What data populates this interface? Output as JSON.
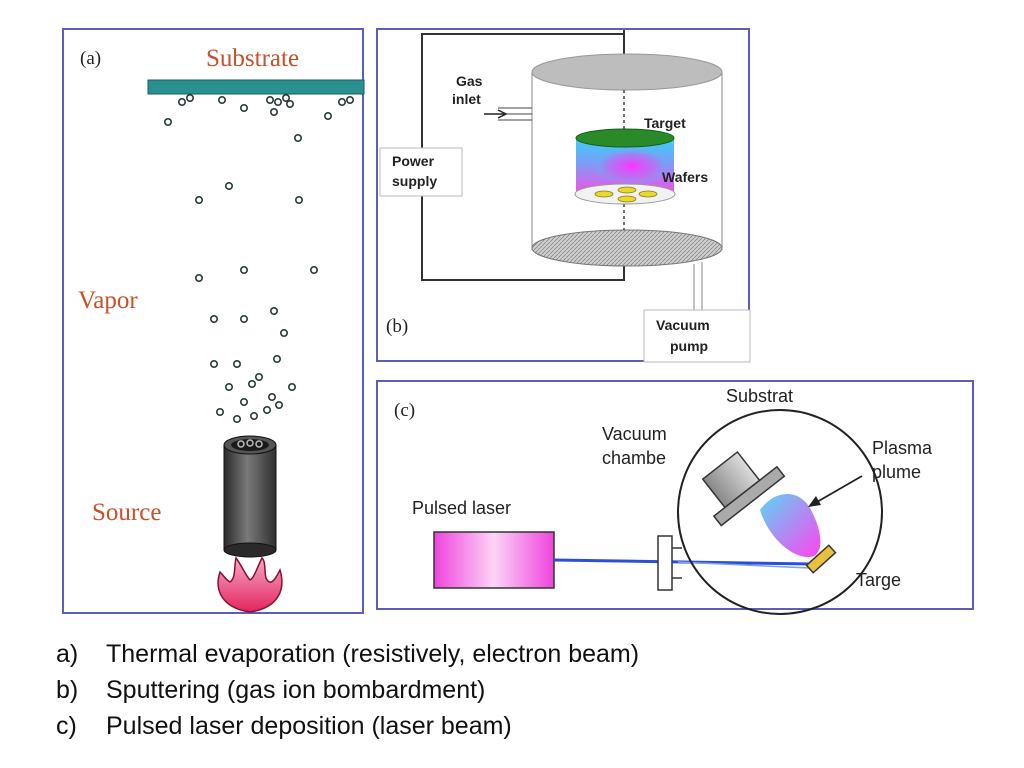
{
  "panel_a": {
    "tag": "(a)",
    "substrate": "Substrate",
    "vapor": "Vapor",
    "source": "Source"
  },
  "panel_b": {
    "tag": "(b)",
    "gas_inlet_line1": "Gas",
    "gas_inlet_line2": "inlet",
    "power_line1": "Power",
    "power_line2": "supply",
    "target": "Target",
    "wafers": "Wafers",
    "vacuum_line1": "Vacuum",
    "vacuum_line2": "pump"
  },
  "panel_c": {
    "tag": "(c)",
    "substrat": "Substrat",
    "vacuum_line1": "Vacuum",
    "vacuum_line2": "chambe",
    "plasma_line1": "Plasma",
    "plasma_line2": "plume",
    "pulsed_laser": "Pulsed laser",
    "targe": "Targe"
  },
  "captions": [
    {
      "label": "a)",
      "text": "Thermal evaporation (resistively, electron beam)"
    },
    {
      "label": "b)",
      "text": "Sputtering (gas ion bombardment)"
    },
    {
      "label": "c)",
      "text": "Pulsed laser deposition (laser beam)"
    }
  ],
  "colors": {
    "frame": "#5b5fb8",
    "label_red": "#c8502a",
    "substrate_bar": "#2a8f8f",
    "target_green": "#2a8a2a",
    "laser_magenta": "#ee44dd",
    "beam_blue": "#2b4fd6"
  }
}
